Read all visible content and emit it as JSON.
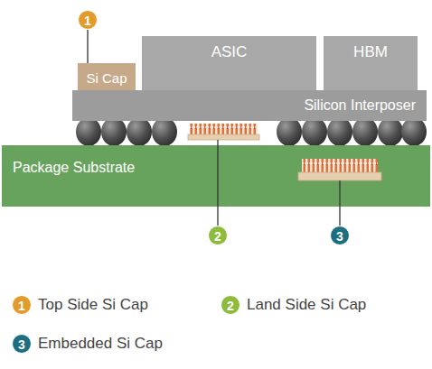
{
  "diagram": {
    "nodes": [
      {
        "text": [
          "Si Cap"
        ]
      },
      {
        "text": [
          "ASIC"
        ]
      },
      {
        "text": [
          "HBM"
        ]
      },
      {
        "text": [
          "Silicon Interposer"
        ]
      },
      {
        "text": [
          "Package Substrate"
        ]
      }
    ],
    "labels": [
      "1",
      "2",
      "3",
      "1",
      "2",
      "3"
    ],
    "legend": [
      {
        "text": "Top Side Si Cap"
      },
      {
        "text": "Land Side Si Cap"
      },
      {
        "text": "Embedded Si Cap"
      }
    ]
  }
}
